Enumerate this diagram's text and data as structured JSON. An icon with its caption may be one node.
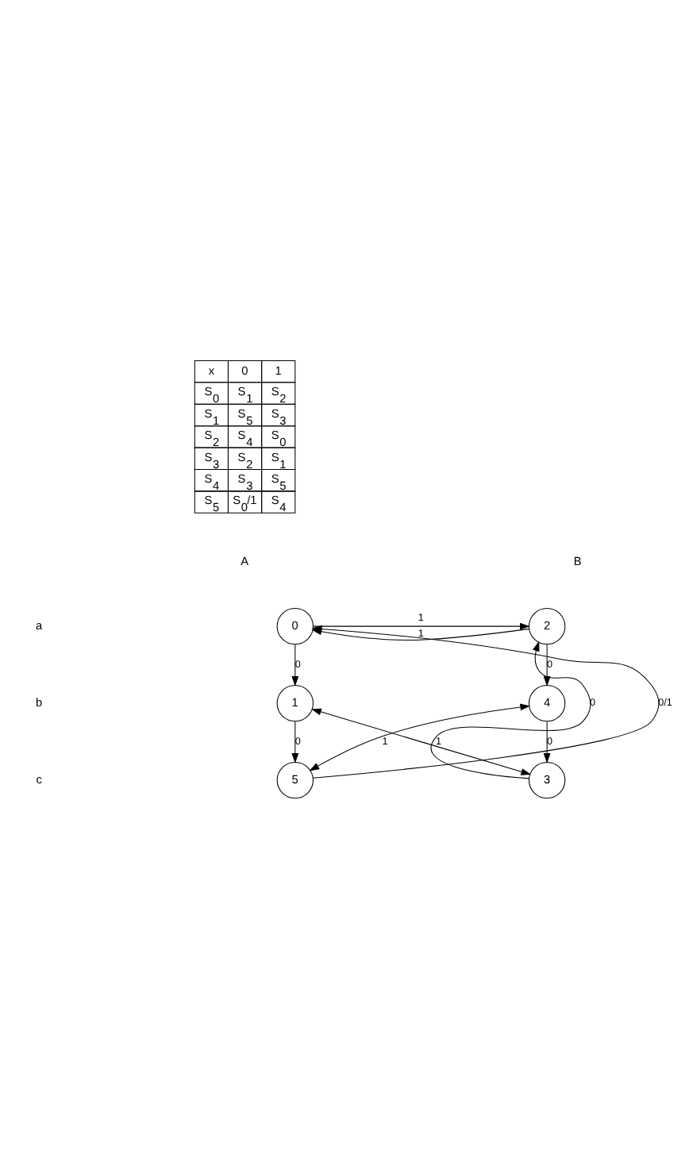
{
  "diagram": {
    "nodes": [
      {
        "text": [
          "0"
        ]
      },
      {
        "text": [
          "1"
        ]
      },
      {
        "text": [
          "2"
        ]
      },
      {
        "text": [
          "3"
        ]
      },
      {
        "text": [
          "4"
        ]
      },
      {
        "text": [
          "5"
        ]
      }
    ],
    "edges": [
      {
        "from": 0,
        "to": 1,
        "arrow": "to",
        "label": "0"
      },
      {
        "from": 0,
        "to": 2,
        "arrow": "to",
        "label": "1"
      },
      {
        "from": 2,
        "to": 0,
        "arrow": "to",
        "label": "1"
      },
      {
        "from": 1,
        "to": 5,
        "arrow": "to",
        "label": "0"
      },
      {
        "from": 2,
        "to": 4,
        "arrow": "to",
        "label": "0"
      },
      {
        "from": 4,
        "to": 3,
        "arrow": "to",
        "label": "0"
      },
      {
        "from": 5,
        "to": 0,
        "arrow": "to",
        "label": "0/1"
      },
      {
        "from": 3,
        "to": 2,
        "arrow": "to",
        "label": "0"
      },
      {
        "from": 1,
        "to": 3,
        "arrow": "both",
        "label": "1"
      },
      {
        "from": 5,
        "to": 4,
        "arrow": "both",
        "label": "1"
      }
    ],
    "labels": [
      "x",
      "0",
      "1",
      "S$_{0}$",
      "S$_{1}$",
      "S$_{2}$",
      "S$_{1}$",
      "S$_{5}$",
      "S$_{3}$",
      "S$_{2}$",
      "S$_{4}$",
      "S$_{0}$",
      "S$_{3}$",
      "S$_{2}$",
      "S$_{1}$",
      "S$_{4}$",
      "S$_{3}$",
      "S$_{5}$",
      "S$_{5}$",
      "S$_{0}$/1",
      "S$_{4}$",
      "A",
      "B",
      "a",
      "b",
      "c"
    ]
  }
}
